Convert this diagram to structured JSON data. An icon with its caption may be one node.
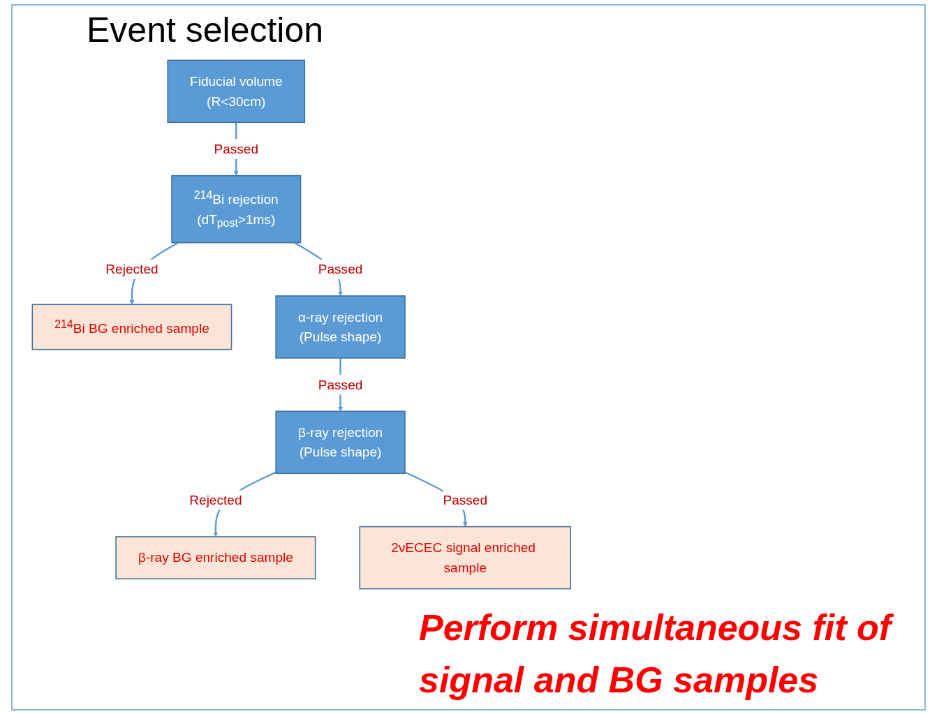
{
  "diagram": {
    "title": "Event selection",
    "nodes": [
      {
        "text": [
          "Fiducial volume",
          "(R<30cm)"
        ]
      },
      {
        "text": [
          "$^{214}$Bi rejection",
          "(dT$_{post}$>1ms)"
        ]
      },
      {
        "text": [
          "$^{214}$Bi BG enriched sample"
        ]
      },
      {
        "text": [
          "α-ray rejection",
          "(Pulse shape)"
        ]
      },
      {
        "text": [
          "β-ray rejection",
          "(Pulse shape)"
        ]
      },
      {
        "text": [
          "β-ray BG enriched sample"
        ]
      },
      {
        "text": [
          "2νECEC signal enriched sample"
        ]
      }
    ],
    "edges": [
      {
        "from": 0,
        "to": 1,
        "arrow": "to",
        "label": "Passed"
      },
      {
        "from": 1,
        "to": 2,
        "arrow": "to",
        "label": "Rejected"
      },
      {
        "from": 1,
        "to": 3,
        "arrow": "to",
        "label": "Passed"
      },
      {
        "from": 3,
        "to": 4,
        "arrow": "to",
        "label": "Passed"
      },
      {
        "from": 4,
        "to": 5,
        "arrow": "to",
        "label": "Rejected"
      },
      {
        "from": 4,
        "to": 6,
        "arrow": "to",
        "label": "Passed"
      }
    ],
    "labels": [
      "Perform simultaneous fit of signal and BG samples"
    ]
  }
}
